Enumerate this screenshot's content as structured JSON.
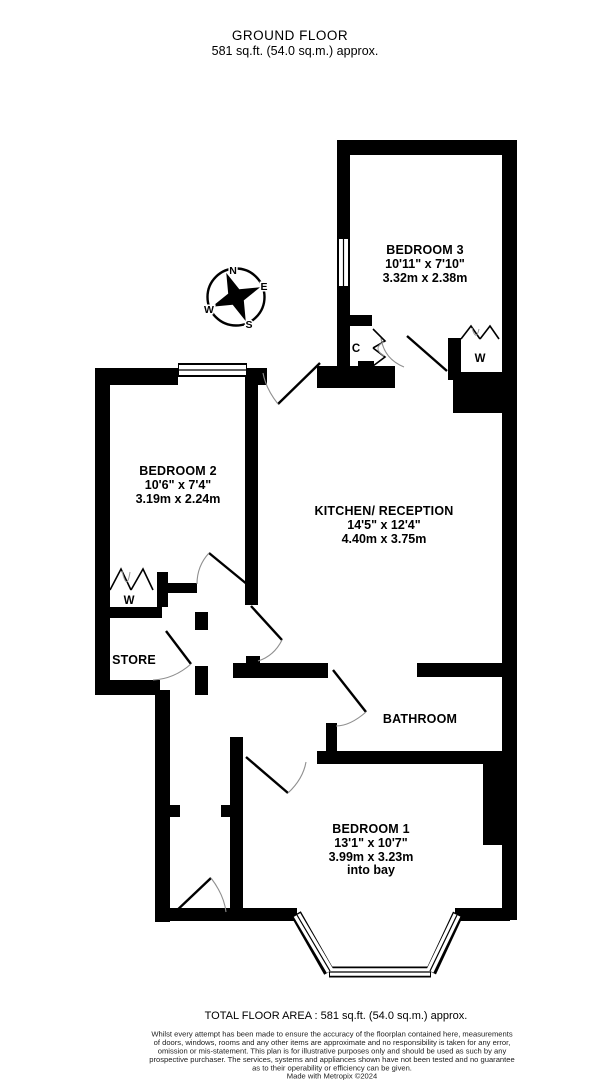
{
  "header": {
    "title": "GROUND FLOOR",
    "subtitle": "581 sq.ft. (54.0 sq.m.) approx."
  },
  "compass": {
    "north": "N",
    "east": "E",
    "south": "S",
    "west": "W"
  },
  "rooms": {
    "bedroom3": {
      "name": "BEDROOM 3",
      "imperial": "10'11\" x 7'10\"",
      "metric": "3.32m x 2.38m"
    },
    "bedroom2": {
      "name": "BEDROOM 2",
      "imperial": "10'6\" x 7'4\"",
      "metric": "3.19m x 2.24m"
    },
    "kitchen": {
      "name": "KITCHEN/ RECEPTION",
      "imperial": "14'5\" x 12'4\"",
      "metric": "4.40m x 3.75m"
    },
    "bathroom": {
      "name": "BATHROOM"
    },
    "store": {
      "name": "STORE"
    },
    "bedroom1": {
      "name": "BEDROOM 1",
      "imperial": "13'1\" x 10'7\"",
      "metric": "3.99m x 3.23m",
      "note": "into bay"
    }
  },
  "closets": {
    "cupboard_label": "C",
    "wardrobe_label": "W"
  },
  "footer": {
    "total_area": "TOTAL FLOOR AREA : 581 sq.ft. (54.0 sq.m.) approx.",
    "disclaimer_lines": [
      "Whilst every attempt has been made to ensure the accuracy of the floorplan contained here, measurements",
      "of doors, windows, rooms and any other items are approximate and no responsibility is taken for any error,",
      "omission or mis-statement. This plan is for illustrative purposes only and should be used as such by any",
      "prospective purchaser. The services, systems and appliances shown have not been tested and no guarantee",
      "as to their operability or efficiency can be given."
    ],
    "credit": "Made with Metropix ©2024"
  },
  "colors": {
    "wall": "#000000",
    "background": "#ffffff"
  }
}
